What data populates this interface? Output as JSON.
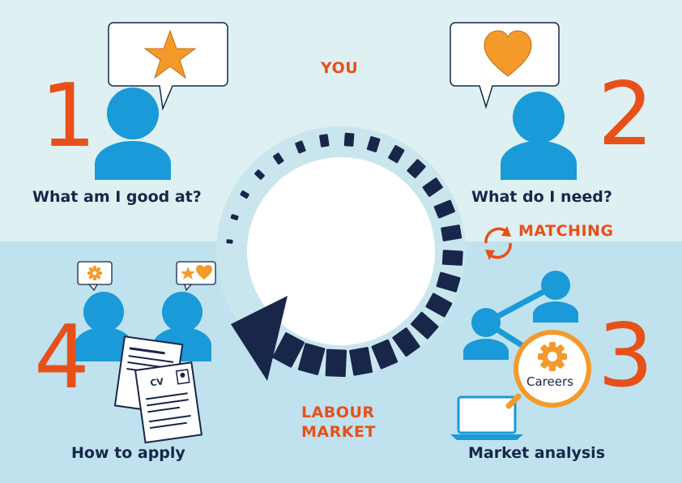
{
  "labels": {
    "you": "YOU",
    "matching": "MATCHING",
    "labour_market_line1": "LABOUR",
    "labour_market_line2": "MARKET",
    "careers": "Careers"
  },
  "steps": [
    {
      "number": "1",
      "caption": "What am I good at?",
      "icon": "star-icon"
    },
    {
      "number": "2",
      "caption": "What do I need?",
      "icon": "heart-icon"
    },
    {
      "number": "3",
      "caption": "Market analysis",
      "icon": "network-icon"
    },
    {
      "number": "4",
      "caption": "How to apply",
      "icon": "cv-document-icon"
    }
  ],
  "cv_doc": {
    "title": "CV"
  },
  "colors": {
    "top_band": "#def0f1",
    "bottom_band": "#bfe2ee",
    "person": "#1a9ad8",
    "accent": "#e8501a",
    "icon_orange": "#f39a2b",
    "dark_navy": "#18264a"
  }
}
